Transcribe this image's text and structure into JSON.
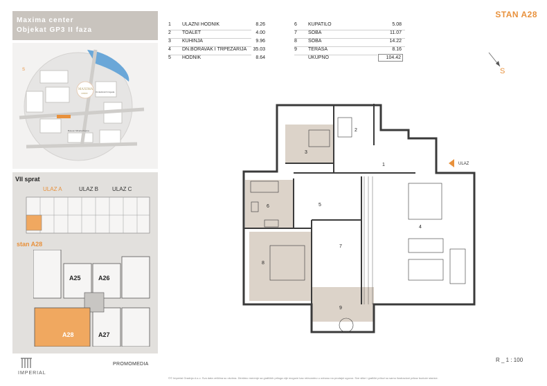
{
  "header": {
    "line1": "Maxima center",
    "line2": "Objekat GP3 II faza"
  },
  "unit_title": "STAN A28",
  "rooms_left": [
    {
      "num": "1",
      "name": "ULAZNI HODNIK",
      "area": "8.26"
    },
    {
      "num": "2",
      "name": "TOALET",
      "area": "4.00"
    },
    {
      "num": "3",
      "name": "KUHINJA",
      "area": "9.96"
    },
    {
      "num": "4",
      "name": "DN.BORAVAK I TRPEZARIJA",
      "area": "35.03"
    },
    {
      "num": "5",
      "name": "HODNIK",
      "area": "8.64"
    }
  ],
  "rooms_right": [
    {
      "num": "6",
      "name": "KUPATILO",
      "area": "5.08"
    },
    {
      "num": "7",
      "name": "SOBA",
      "area": "11.07"
    },
    {
      "num": "8",
      "name": "SOBA",
      "area": "14.22"
    },
    {
      "num": "9",
      "name": "TERASA",
      "area": "8.16"
    }
  ],
  "total": {
    "label": "UKUPNO",
    "area": "104.42"
  },
  "compass_label": "S",
  "map": {
    "south_label": "S",
    "logo_name": "MAXIMA",
    "logo_sub": "center",
    "street1": "Bulevar Mihaila Pupina",
    "street2": "Omladinskih brigada"
  },
  "floor": {
    "title": "VII sprat",
    "entrances": [
      "ULAZ A",
      "ULAZ B",
      "ULAZ C"
    ],
    "stan_label": "stan A28",
    "units": [
      "A25",
      "A26",
      "A28",
      "A27"
    ]
  },
  "plan": {
    "entrance_label": "ULAZ",
    "room_numbers": [
      "1",
      "2",
      "3",
      "4",
      "5",
      "6",
      "7",
      "8",
      "9"
    ]
  },
  "logo": {
    "name": "IMPERIAL"
  },
  "promo": "PROMOMEDIA",
  "scale": "R _ 1 : 100",
  "footer": "©© Imperial Gradnja d.o.o. Sva data veličina su okvirna. Direktno merenje sa grafičkih priloga nije moguće kao relevantno u odnosu na prodajni ugovor. Sve slike i grafički prilozi su samo ilustracioni prikaz buduće stanice.",
  "colors": {
    "accent": "#e8913c",
    "header_bg": "#c9c4be",
    "floor_bg": "#e2e0dd",
    "room_fill": "#dcd3c9",
    "wall": "#3a3a3a"
  }
}
